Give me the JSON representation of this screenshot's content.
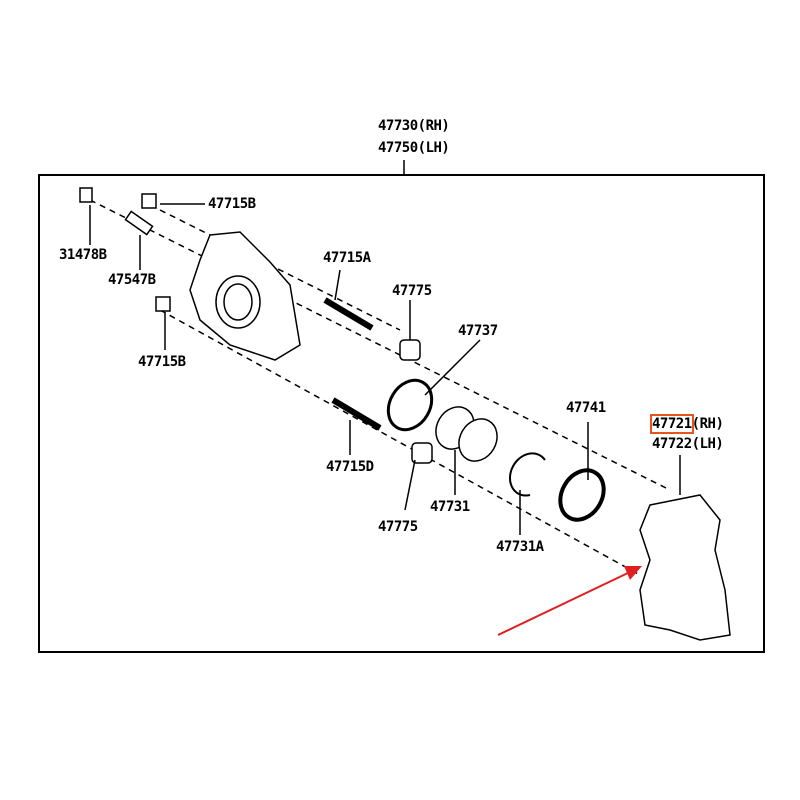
{
  "assembly": {
    "rh": "47730(RH)",
    "lh": "47750(LH)"
  },
  "parts": {
    "p31478b": "31478B",
    "p47715b_top": "47715B",
    "p47547b": "47547B",
    "p47715b_bottom": "47715B",
    "p47715a": "47715A",
    "p47775_top": "47775",
    "p47737": "47737",
    "p47715d": "47715D",
    "p47775_bottom": "47775",
    "p47731": "47731",
    "p47731a": "47731A",
    "p47741": "47741",
    "mount_rh_num": "47721",
    "mount_rh_side": "(RH)",
    "mount_lh": "47722(LH)"
  },
  "colors": {
    "highlight": "#e8541e",
    "arrow": "#e02020"
  }
}
